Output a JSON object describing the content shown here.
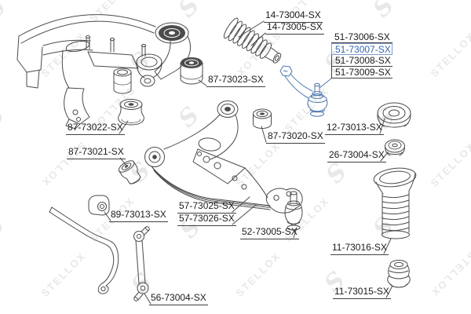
{
  "page": {
    "background": "#ffffff"
  },
  "watermark": {
    "text": "STELLOX",
    "logo_glyph": "S",
    "color": "#b9b9b9"
  },
  "colors": {
    "line_art": "#4a4a4a",
    "label_text": "#1b1b1b",
    "highlight_text": "#3366a8",
    "highlight_border": "#7d9cc9",
    "highlight_part_line": "#4c76ad"
  },
  "catalog": {
    "selected_part": "51-73007-SX",
    "tie_rod_group": {
      "items": [
        {
          "id": "51-73006",
          "text": "51-73006-SX",
          "selected": false
        },
        {
          "id": "51-73007",
          "text": "51-73007-SX",
          "selected": true
        },
        {
          "id": "51-73008",
          "text": "51-73008-SX",
          "selected": false
        },
        {
          "id": "51-73009",
          "text": "51-73009-SX",
          "selected": false
        }
      ]
    },
    "labels": [
      {
        "id": "14-73004",
        "text": "14-73004-SX",
        "part": "steering-rack-boot"
      },
      {
        "id": "14-73005",
        "text": "14-73005-SX",
        "part": "steering-rack-boot"
      },
      {
        "id": "87-73023",
        "text": "87-73023-SX",
        "part": "subframe-bushing"
      },
      {
        "id": "87-73022",
        "text": "87-73022-SX",
        "part": "subframe-bushing"
      },
      {
        "id": "87-73021",
        "text": "87-73021-SX",
        "part": "control-arm-bushing"
      },
      {
        "id": "87-73020",
        "text": "87-73020-SX",
        "part": "control-arm-bushing"
      },
      {
        "id": "12-73013",
        "text": "12-73013-SX",
        "part": "strut-mount"
      },
      {
        "id": "26-73004",
        "text": "26-73004-SX",
        "part": "strut-bearing"
      },
      {
        "id": "11-73016",
        "text": "11-73016-SX",
        "part": "dust-boot"
      },
      {
        "id": "11-73015",
        "text": "11-73015-SX",
        "part": "bump-stop"
      },
      {
        "id": "89-73013",
        "text": "89-73013-SX",
        "part": "sway-bar-bushing"
      },
      {
        "id": "57-73025",
        "text": "57-73025-SX",
        "part": "control-arm"
      },
      {
        "id": "57-73026",
        "text": "57-73026-SX",
        "part": "control-arm"
      },
      {
        "id": "52-73005",
        "text": "52-73005-SX",
        "part": "ball-joint"
      },
      {
        "id": "56-73004",
        "text": "56-73004-SX",
        "part": "stabilizer-link"
      }
    ]
  }
}
